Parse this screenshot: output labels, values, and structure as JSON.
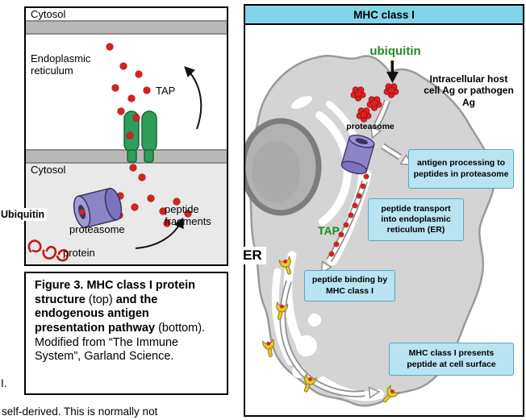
{
  "colors": {
    "membrane_gray": "#b8b8b8",
    "cytosol_gray": "#e9e9e9",
    "cell_gray": "#d4d4d4",
    "nucleus_gray": "#b2b2b2",
    "header_cyan": "#82d5e8",
    "info_box_blue": "#b9e4f2",
    "peptide_red": "#d92121",
    "proteasome_purple": "#8b84c7",
    "tap_transporter_green": "#2e9e5b",
    "ubiquitin_green": "#1f8c1f",
    "mhc_yellow": "#edc928"
  },
  "left_panel": {
    "cytosol_top_label": "Cytosol",
    "er_label": "Endoplasmic reticulum",
    "tap_label": "TAP",
    "cytosol_bottom_label": "Cytosol",
    "ubiquitin_label": "Ubiquitin",
    "proteasome_label": "proteasome",
    "protein_label": "protein",
    "peptide_fragments_label": "peptide fragments"
  },
  "caption": {
    "seg1_bold": "Figure 3. MHC class I protein structure",
    "seg2": " (top) ",
    "seg3_bold": "and the endogenous antigen presentation pathway",
    "seg4": " (bottom). Modified from “The Immune System”, Garland Science."
  },
  "right_panel": {
    "title": "MHC class I",
    "ubiquitin_label": "ubiquitin",
    "antigen_label": "Intracellular host cell Ag or pathogen Ag",
    "proteasome_label": "proteasome",
    "tap_label": "TAP",
    "er_label": "ER",
    "info_boxes": [
      {
        "text": "antigen processing to peptides in proteasome"
      },
      {
        "text": "peptide transport into endoplasmic reticulum (ER)"
      },
      {
        "text": "peptide binding by MHC class I"
      },
      {
        "text": "MHC class I presents peptide at cell surface"
      }
    ]
  },
  "page_text": {
    "left_margin_fragment": "I.",
    "bottom_fragment": "self-derived. This is normally not"
  }
}
